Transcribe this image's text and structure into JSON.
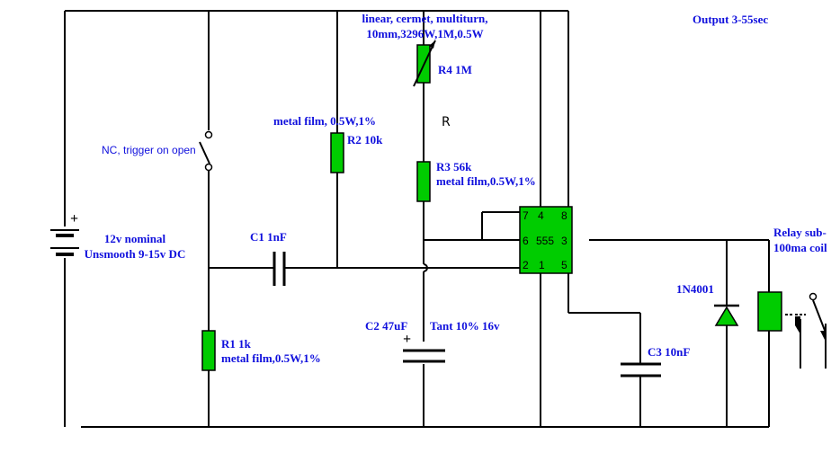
{
  "colors": {
    "component_fill": "#00cc00",
    "label_text": "#1010dd",
    "wire": "#000000",
    "background": "#ffffff"
  },
  "labels": {
    "output": "Output 3-55sec",
    "r4_spec_line1": "linear, cermet, multiturn,",
    "r4_spec_line2": "10mm,3296W,1M,0.5W",
    "r4": "R4 1M",
    "r2_spec": "metal film, 0.5W,1%",
    "r2": "R2 10k",
    "switch": "NC, trigger on open",
    "r3": "R3 56k",
    "r3_spec": "metal film,0.5W,1%",
    "supply_line1": "12v nominal",
    "supply_line2": "Unsmooth 9-15v DC",
    "c1": "C1 1nF",
    "relay_line1": "Relay sub-",
    "relay_line2": "100ma coil",
    "diode": "1N4001",
    "c2": "C2 47uF",
    "c2_spec": "Tant 10% 16v",
    "r1": "R1 1k",
    "r1_spec": "metal film,0.5W,1%",
    "c3": "C3 10nF",
    "stray_mark": "R"
  },
  "ic": {
    "part": "555",
    "pins": {
      "p7": "7",
      "p4": "4",
      "p8": "8",
      "p6": "6",
      "p3": "3",
      "p2": "2",
      "p1": "1",
      "p5": "5"
    }
  },
  "symbols": {
    "battery_plus": "+",
    "c2_plus": "+"
  }
}
